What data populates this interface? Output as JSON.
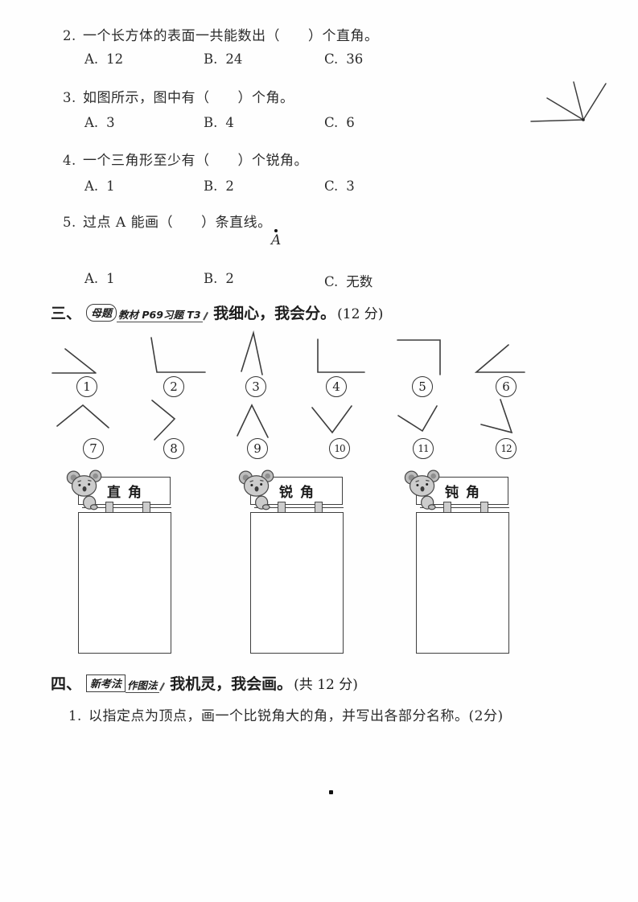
{
  "page": {
    "background": "#fefefe",
    "text_color": "#2b2b2b"
  },
  "choice_questions": [
    {
      "number": "2.",
      "text": "一个长方体的表面一共能数出（　　）个直角。",
      "options": [
        {
          "label": "A.",
          "value": "12"
        },
        {
          "label": "B.",
          "value": "24"
        },
        {
          "label": "C.",
          "value": "36"
        }
      ]
    },
    {
      "number": "3.",
      "text": "如图所示，图中有（　　）个角。",
      "figure": "four-rays-from-common-vertex",
      "options": [
        {
          "label": "A.",
          "value": "3"
        },
        {
          "label": "B.",
          "value": "4"
        },
        {
          "label": "C.",
          "value": "6"
        }
      ]
    },
    {
      "number": "4.",
      "text": "一个三角形至少有（　　）个锐角。",
      "options": [
        {
          "label": "A.",
          "value": "1"
        },
        {
          "label": "B.",
          "value": "2"
        },
        {
          "label": "C.",
          "value": "3"
        }
      ]
    },
    {
      "number": "5.",
      "text": "过点 A 能画（　　）条直线。",
      "point_label": "A",
      "options": [
        {
          "label": "A.",
          "value": "1"
        },
        {
          "label": "B.",
          "value": "2"
        },
        {
          "label": "C.",
          "value": "无数"
        }
      ]
    }
  ],
  "section_three": {
    "number": "三、",
    "badge": "母题",
    "badge_note": "教材 P69习题 T3",
    "title": "我细心，我会分。",
    "score": "(12 分)",
    "figure_labels": [
      "1",
      "2",
      "3",
      "4",
      "5",
      "6",
      "7",
      "8",
      "9",
      "10",
      "11",
      "12"
    ],
    "boxes": [
      {
        "label": "直角"
      },
      {
        "label": "锐角"
      },
      {
        "label": "钝角"
      }
    ]
  },
  "section_four": {
    "number": "四、",
    "badge": "新考法",
    "badge_note": "作图法",
    "title": "我机灵，我会画。",
    "score": "(共 12 分)",
    "item1": {
      "number": "1.",
      "text": "以指定点为顶点，画一个比锐角大的角，并写出各部分名称。",
      "score": "(2分)"
    }
  }
}
